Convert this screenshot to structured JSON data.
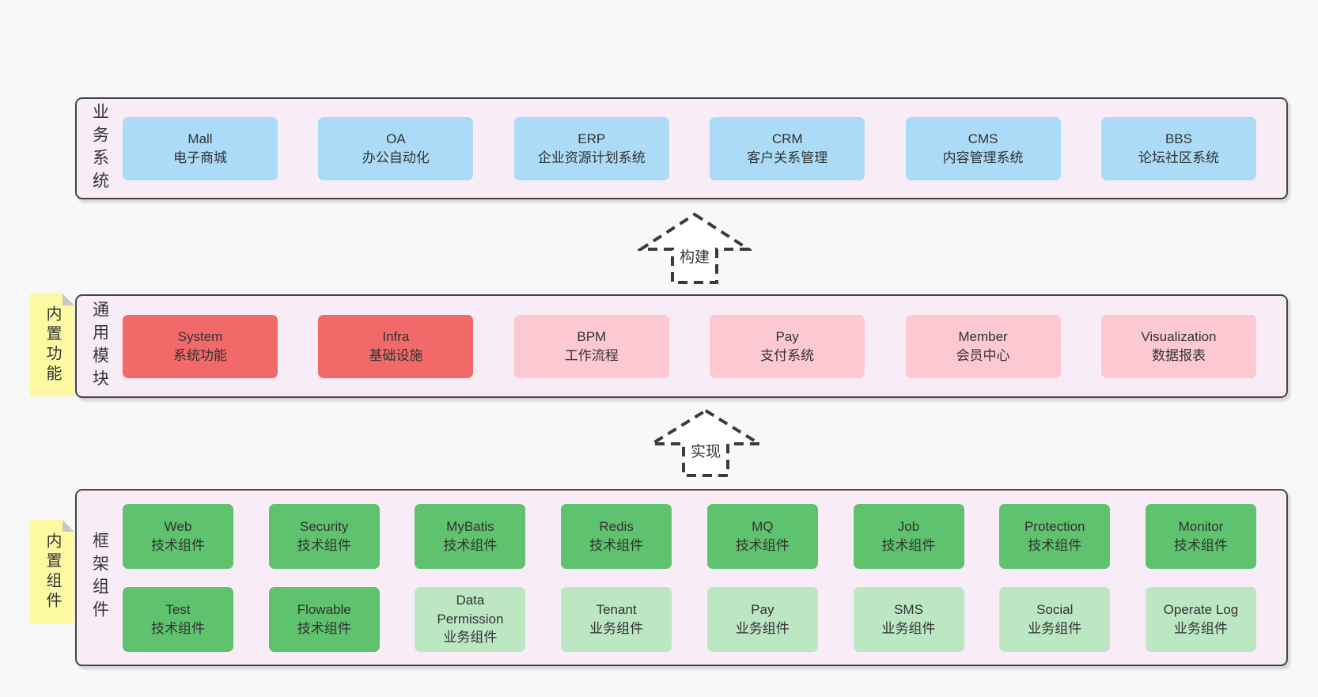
{
  "palette": {
    "page_bg": "#f8f8f8",
    "layer_bg": "#f8edf6",
    "layer_border": "#454545",
    "blue": "#abdbf6",
    "red": "#f26969",
    "pink": "#fcc8d2",
    "green_dark": "#5ec26e",
    "green_light": "#bde6c3",
    "sticky": "#fcf9a2",
    "sticky_fold": "#c8c8c8",
    "text": "#333333",
    "arrow": "#3b3b3b"
  },
  "arrows": [
    {
      "label": "构建"
    },
    {
      "label": "实现"
    }
  ],
  "layers": [
    {
      "label": "业务系统",
      "rows": [
        [
          {
            "name": "Mall",
            "sub": "电子商城"
          },
          {
            "name": "OA",
            "sub": "办公自动化"
          },
          {
            "name": "ERP",
            "sub": "企业资源计划系统"
          },
          {
            "name": "CRM",
            "sub": "客户关系管理"
          },
          {
            "name": "CMS",
            "sub": "内容管理系统"
          },
          {
            "name": "BBS",
            "sub": "论坛社区系统"
          }
        ]
      ]
    },
    {
      "label": "通用模块",
      "sticky": "内置功能",
      "rows": [
        [
          {
            "name": "System",
            "sub": "系统功能"
          },
          {
            "name": "Infra",
            "sub": "基础设施"
          },
          {
            "name": "BPM",
            "sub": "工作流程"
          },
          {
            "name": "Pay",
            "sub": "支付系统"
          },
          {
            "name": "Member",
            "sub": "会员中心"
          },
          {
            "name": "Visualization",
            "sub": "数据报表"
          }
        ]
      ]
    },
    {
      "label": "框架组件",
      "sticky": "内置组件",
      "rows": [
        [
          {
            "name": "Web",
            "sub": "技术组件"
          },
          {
            "name": "Security",
            "sub": "技术组件"
          },
          {
            "name": "MyBatis",
            "sub": "技术组件"
          },
          {
            "name": "Redis",
            "sub": "技术组件"
          },
          {
            "name": "MQ",
            "sub": "技术组件"
          },
          {
            "name": "Job",
            "sub": "技术组件"
          },
          {
            "name": "Protection",
            "sub": "技术组件"
          },
          {
            "name": "Monitor",
            "sub": "技术组件"
          }
        ],
        [
          {
            "name": "Test",
            "sub": "技术组件"
          },
          {
            "name": "Flowable",
            "sub": "技术组件"
          },
          {
            "name": "Data Permission",
            "sub": "业务组件"
          },
          {
            "name": "Tenant",
            "sub": "业务组件"
          },
          {
            "name": "Pay",
            "sub": "业务组件"
          },
          {
            "name": "SMS",
            "sub": "业务组件"
          },
          {
            "name": "Social",
            "sub": "业务组件"
          },
          {
            "name": "Operate Log",
            "sub": "业务组件"
          }
        ]
      ]
    }
  ]
}
